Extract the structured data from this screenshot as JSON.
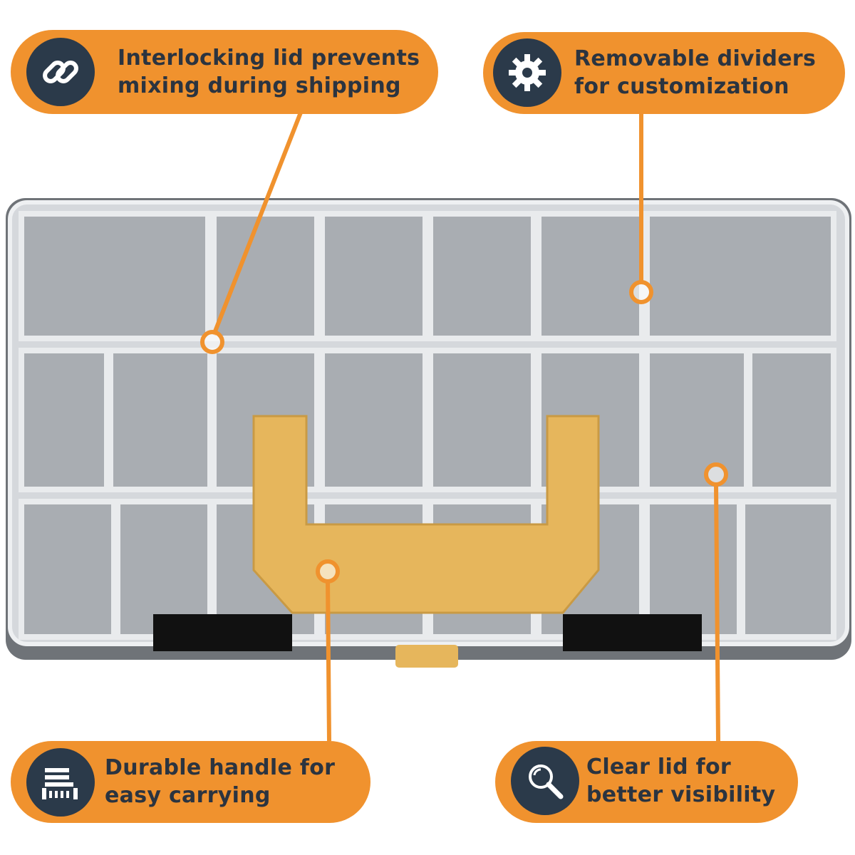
{
  "callouts": {
    "lid": {
      "line1": "Interlocking lid prevents",
      "line2": "mixing during shipping",
      "icon": "link-icon"
    },
    "dividers": {
      "line1": "Removable dividers",
      "line2": "for customization",
      "icon": "gear-icon"
    },
    "handle": {
      "line1": "Durable handle for",
      "line2": "easy carrying",
      "icon": "handle-icon"
    },
    "clear": {
      "line1": "Clear lid for",
      "line2": "better visibility",
      "icon": "magnifier-icon"
    }
  },
  "colors": {
    "accent": "#f0922e",
    "icon_bg": "#2b3a4a",
    "handle": "#e6b65c",
    "case": "#c9ccd0"
  }
}
